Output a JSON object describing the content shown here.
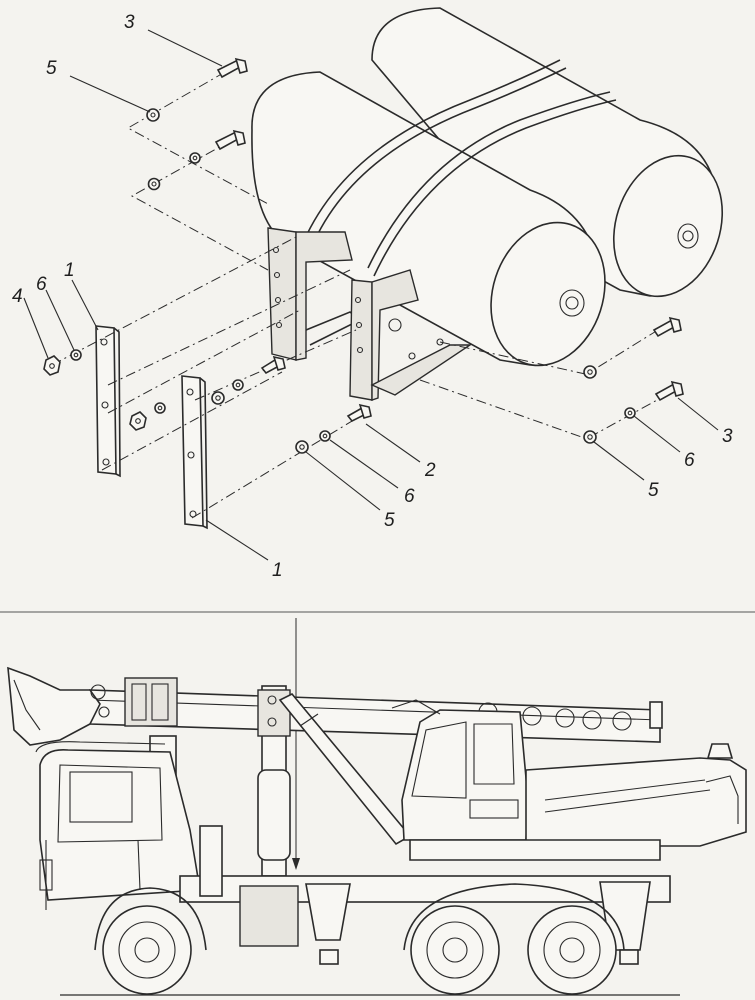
{
  "callouts": {
    "c1": "1",
    "c2": "2",
    "c3": "3",
    "c4": "4",
    "c5": "5",
    "c6": "6"
  },
  "colors": {
    "ink": "#2b2b2b",
    "paper": "#f4f3ef"
  }
}
